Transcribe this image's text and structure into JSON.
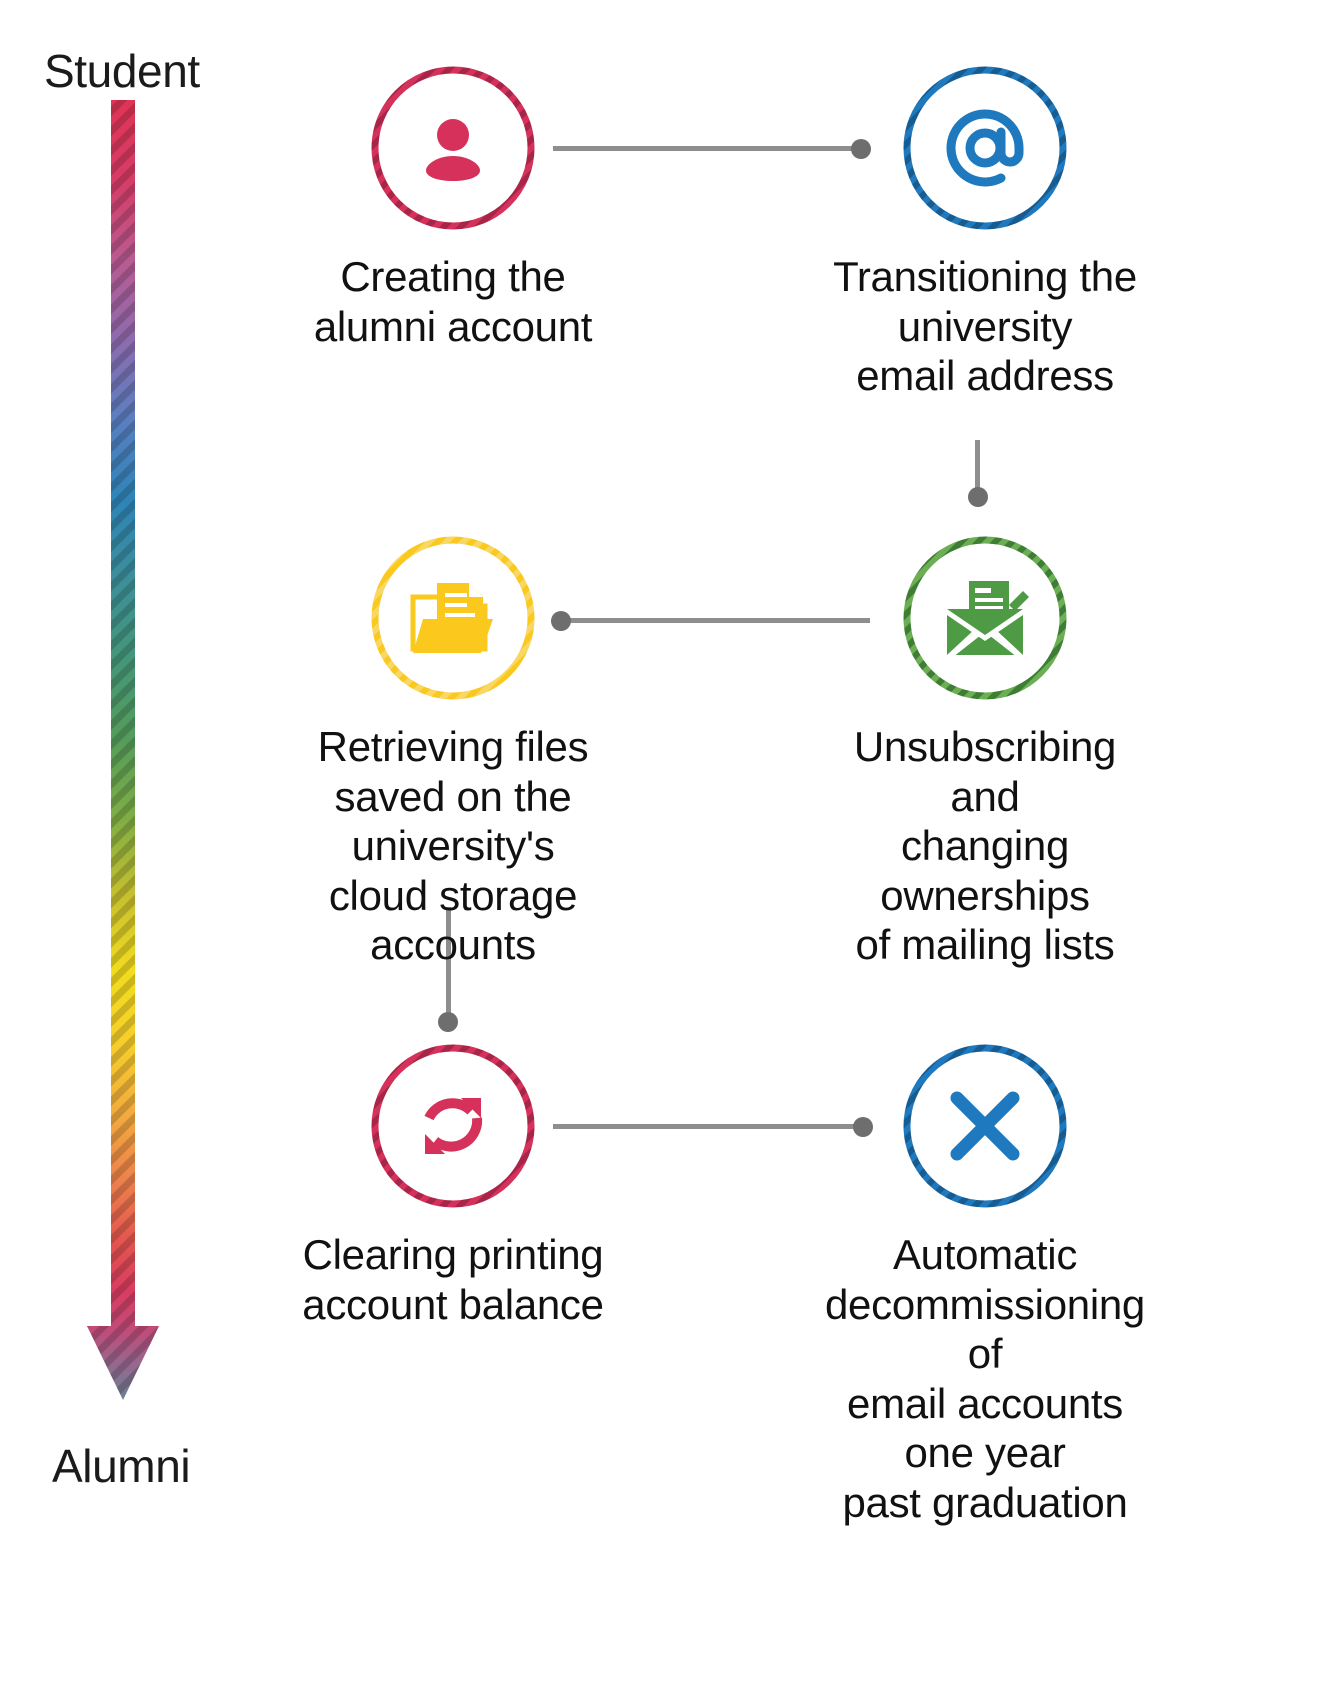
{
  "diagram": {
    "title_present": false,
    "background": "#ffffff",
    "timeline": {
      "start_label": "Student",
      "end_label": "Alumni",
      "direction": "top-to-bottom",
      "style": "striped-gradient-arrow",
      "gradient_stops": [
        "#E03455",
        "#C54C7E",
        "#8E6BAE",
        "#5A7FC0",
        "#2E84B8",
        "#3C8F9A",
        "#4E9A6E",
        "#76AA4C",
        "#C8C02E",
        "#F2DC1E",
        "#F7C23A",
        "#EE8B4A",
        "#E4564F",
        "#D93D63",
        "#B35A84",
        "#8A7191",
        "#6C7E93",
        "#53808C"
      ],
      "arrow_head_color": "#4E7C8A"
    },
    "nodes": [
      {
        "id": "create-account",
        "icon": "person-icon",
        "color": "#D6315A",
        "caption": "Creating the\nalumni account"
      },
      {
        "id": "transition-email",
        "icon": "at-sign-icon",
        "color": "#1F79BE",
        "caption": "Transitioning the\nuniversity\nemail address"
      },
      {
        "id": "retrieve-files",
        "icon": "folder-documents-icon",
        "color": "#FBC81D",
        "caption": "Retrieving files\nsaved on the university's\ncloud storage accounts"
      },
      {
        "id": "mailing-lists",
        "icon": "envelope-edit-icon",
        "color": "#4F9B45",
        "caption": "Unsubscribing and\nchanging ownerships\nof mailing lists"
      },
      {
        "id": "printing-balance",
        "icon": "refresh-sync-icon",
        "color": "#D6315A",
        "caption": "Clearing printing\naccount balance"
      },
      {
        "id": "decommission",
        "icon": "close-x-icon",
        "color": "#1F79BE",
        "caption": "Automatic\ndecommissioning of\nemail accounts one year\npast graduation"
      }
    ],
    "connectors": [
      {
        "id": "conn-1",
        "from": "create-account",
        "to": "transition-email",
        "orientation": "horizontal",
        "color": "#8e8e8e"
      },
      {
        "id": "conn-2",
        "from": "transition-email",
        "to": "mailing-lists",
        "orientation": "vertical",
        "color": "#8e8e8e"
      },
      {
        "id": "conn-3",
        "from": "mailing-lists",
        "to": "retrieve-files",
        "orientation": "horizontal",
        "color": "#8e8e8e"
      },
      {
        "id": "conn-4",
        "from": "retrieve-files",
        "to": "printing-balance",
        "orientation": "vertical",
        "color": "#8e8e8e"
      },
      {
        "id": "conn-5",
        "from": "printing-balance",
        "to": "decommission",
        "orientation": "horizontal",
        "color": "#8e8e8e"
      }
    ]
  }
}
